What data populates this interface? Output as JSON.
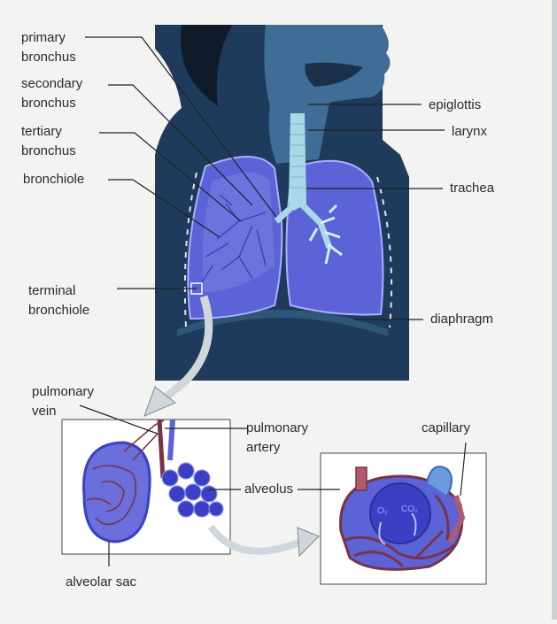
{
  "labels": {
    "primary_bronchus": [
      "primary",
      "bronchus"
    ],
    "secondary_bronchus": [
      "secondary",
      "bronchus"
    ],
    "tertiary_bronchus": [
      "tertiary",
      "bronchus"
    ],
    "bronchiole": "bronchiole",
    "terminal_bronchiole": [
      "terminal",
      "bronchiole"
    ],
    "epiglottis": "epiglottis",
    "larynx": "larynx",
    "trachea": "trachea",
    "diaphragm": "diaphragm",
    "pulmonary_vein": [
      "pulmonary",
      "vein"
    ],
    "pulmonary_artery": [
      "pulmonary",
      "artery"
    ],
    "capillary": "capillary",
    "alveolus": "alveolus",
    "alveolar_sac": "alveolar sac",
    "gas_o2": "O₂",
    "gas_co2": "CO₂"
  },
  "colors": {
    "body_dark": "#1e3b5c",
    "body_mid": "#3f6d96",
    "lung_fill": "#5b63d6",
    "lung_light": "#8a90ea",
    "trachea": "#a9d9e6",
    "vessel_red": "#7a3346",
    "alveolus_blue": "#3a3fc4",
    "leader_line": "#222222"
  }
}
